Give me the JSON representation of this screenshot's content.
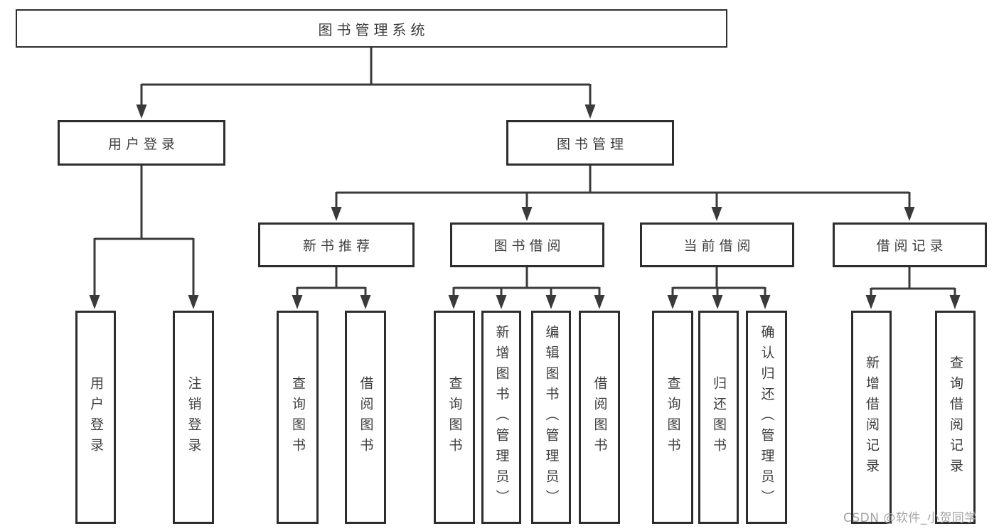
{
  "diagram": {
    "root": {
      "label": "图书管理系统"
    },
    "level2": [
      {
        "label": "用户登录"
      },
      {
        "label": "图书管理"
      }
    ],
    "level3": [
      {
        "label": "新书推荐",
        "parent": "图书管理"
      },
      {
        "label": "图书借阅",
        "parent": "图书管理"
      },
      {
        "label": "当前借阅",
        "parent": "图书管理"
      },
      {
        "label": "借阅记录",
        "parent": "图书管理"
      }
    ],
    "leaves": [
      {
        "label": "用户登录",
        "parent": "用户登录"
      },
      {
        "label": "注销登录",
        "parent": "用户登录"
      },
      {
        "label": "查询图书",
        "parent": "新书推荐"
      },
      {
        "label": "借阅图书",
        "parent": "新书推荐"
      },
      {
        "label": "查询图书",
        "parent": "图书借阅"
      },
      {
        "label": "新增图书（管理员）",
        "parent": "图书借阅"
      },
      {
        "label": "编辑图书（管理员）",
        "parent": "图书借阅"
      },
      {
        "label": "借阅图书",
        "parent": "图书借阅"
      },
      {
        "label": "查询图书",
        "parent": "当前借阅"
      },
      {
        "label": "归还图书",
        "parent": "当前借阅"
      },
      {
        "label": "确认归还（管理员）",
        "parent": "当前借阅"
      },
      {
        "label": "新增借阅记录",
        "parent": "借阅记录"
      },
      {
        "label": "查询借阅记录",
        "parent": "借阅记录"
      }
    ]
  },
  "watermark": {
    "text": "CSDN @软件_小贺同学"
  },
  "colors": {
    "line_color": "#3a3a3a",
    "border_color": "#2d2d2d",
    "text_color": "#3d3d3d",
    "watermark_color": "#a3a3a3",
    "background": "#ffffff"
  }
}
